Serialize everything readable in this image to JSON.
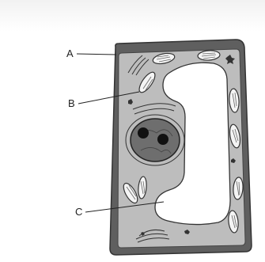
{
  "labels": {
    "a": "A",
    "b": "B",
    "c": "C"
  },
  "colors": {
    "background": "#ffffff",
    "cell_wall": "#5f5f5f",
    "cytoplasm": "#bdbdbd",
    "vacuole": "#ffffff",
    "nucleus": "#6e6e6e",
    "nucleolus": "#111111",
    "chloroplast": "#f4f4f4",
    "outline": "#333333"
  },
  "icons": [
    "cell-wall-icon",
    "chloroplast-icon",
    "nucleus-icon",
    "vacuole-icon",
    "mitochondrion-icon"
  ]
}
